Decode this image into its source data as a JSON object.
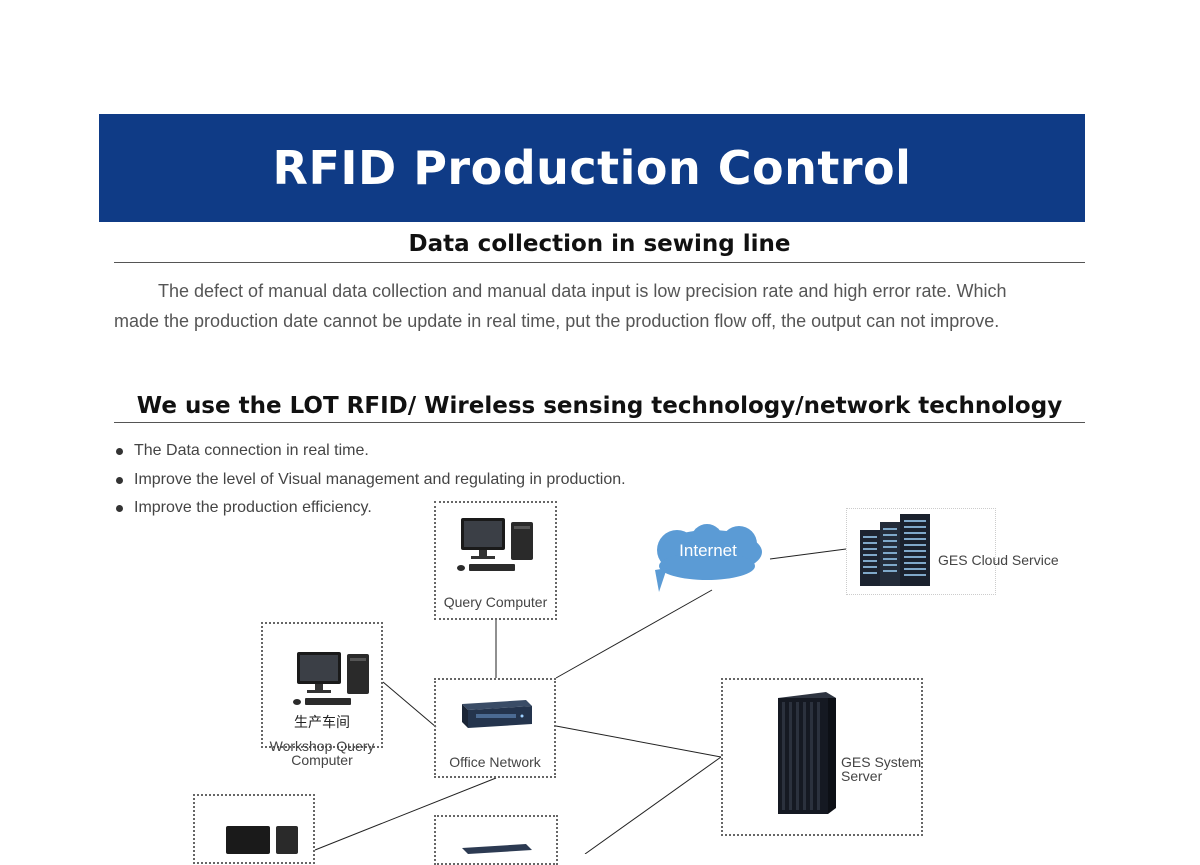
{
  "header": {
    "title": "RFID Production Control"
  },
  "section1": {
    "title": "Data collection in sewing line",
    "paragraph": "The defect of manual data collection and manual data input is low precision rate and high error rate. Which made the production date cannot be update in real time, put the production flow off, the output can not improve."
  },
  "section2": {
    "title": "We use the LOT RFID/ Wireless sensing technology/network technology",
    "bullets": [
      "The Data connection in real time.",
      "Improve the level of Visual management and regulating in production.",
      "Improve the production efficiency."
    ]
  },
  "diagram": {
    "nodes": {
      "query_computer": "Query Computer",
      "internet": "Internet",
      "cloud_service": "GES Cloud Service",
      "workshop_cn": "生产车间",
      "workshop_line1": "Workshop Query",
      "workshop_line2": "Computer",
      "office_network": "Office Network",
      "system_server": "GES System Server"
    }
  },
  "colors": {
    "banner": "#0f3b86",
    "cloud": "#5b9bd5"
  }
}
